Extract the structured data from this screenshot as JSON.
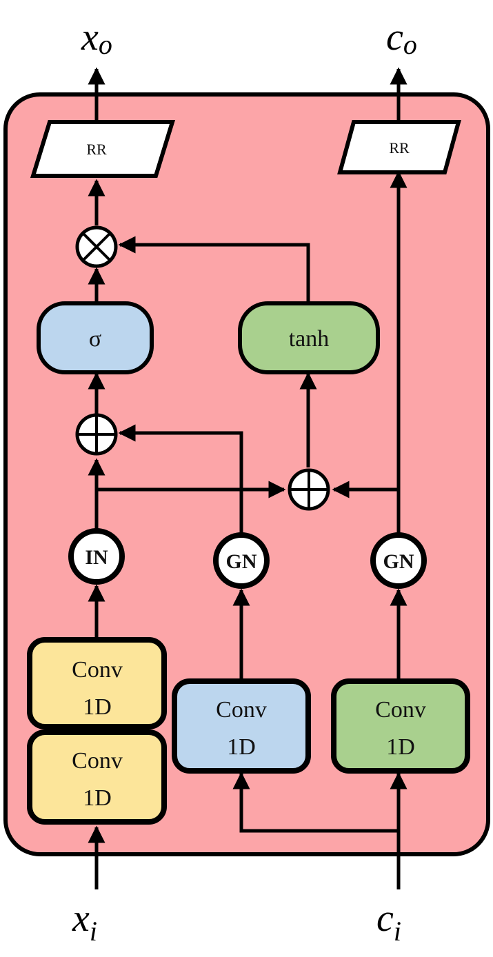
{
  "io": {
    "x_out": {
      "base": "x",
      "sub": "o"
    },
    "c_out": {
      "base": "c",
      "sub": "o"
    },
    "x_in": {
      "base": "x",
      "sub": "i"
    },
    "c_in": {
      "base": "c",
      "sub": "i"
    }
  },
  "blocks": {
    "rr_left": "RR",
    "rr_right": "RR",
    "sigma": "σ",
    "tanh": "tanh",
    "in_norm": "IN",
    "gn_mid": "GN",
    "gn_right": "GN",
    "conv_top_left": [
      "Conv",
      "1D"
    ],
    "conv_bottom_left": [
      "Conv",
      "1D"
    ],
    "conv_mid": [
      "Conv",
      "1D"
    ],
    "conv_right": [
      "Conv",
      "1D"
    ]
  },
  "colors": {
    "background": "#FCA5A8",
    "yellow": "#FCE59A",
    "blue": "#BCD6EE",
    "green": "#A9D08E",
    "white": "#FFFFFF",
    "stroke": "#000000"
  }
}
